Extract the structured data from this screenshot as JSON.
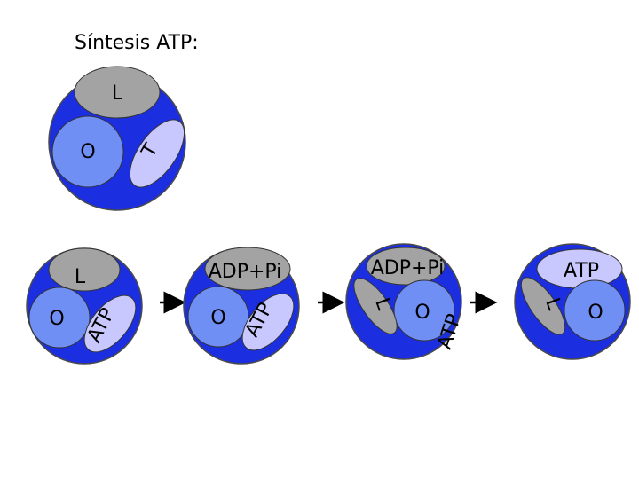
{
  "title": "Síntesis ATP:",
  "colors": {
    "outer": "#1c2fe0",
    "O_site": "#6f8ff5",
    "L_site": "#a3a3a3",
    "T_site": "#c8c8ff",
    "arrow": "#000000"
  },
  "single": {
    "L": "L",
    "O": "O",
    "T": "T"
  },
  "stage1": {
    "L": "L",
    "O": "O",
    "T": "ATP"
  },
  "stage2": {
    "top": "ADP+Pi",
    "O": "O",
    "T": "ATP"
  },
  "stage3": {
    "top": "ADP+Pi",
    "L": "L",
    "O": "O",
    "T": "ATP"
  },
  "stage4": {
    "top": "ATP",
    "L": "L",
    "O": "O"
  }
}
